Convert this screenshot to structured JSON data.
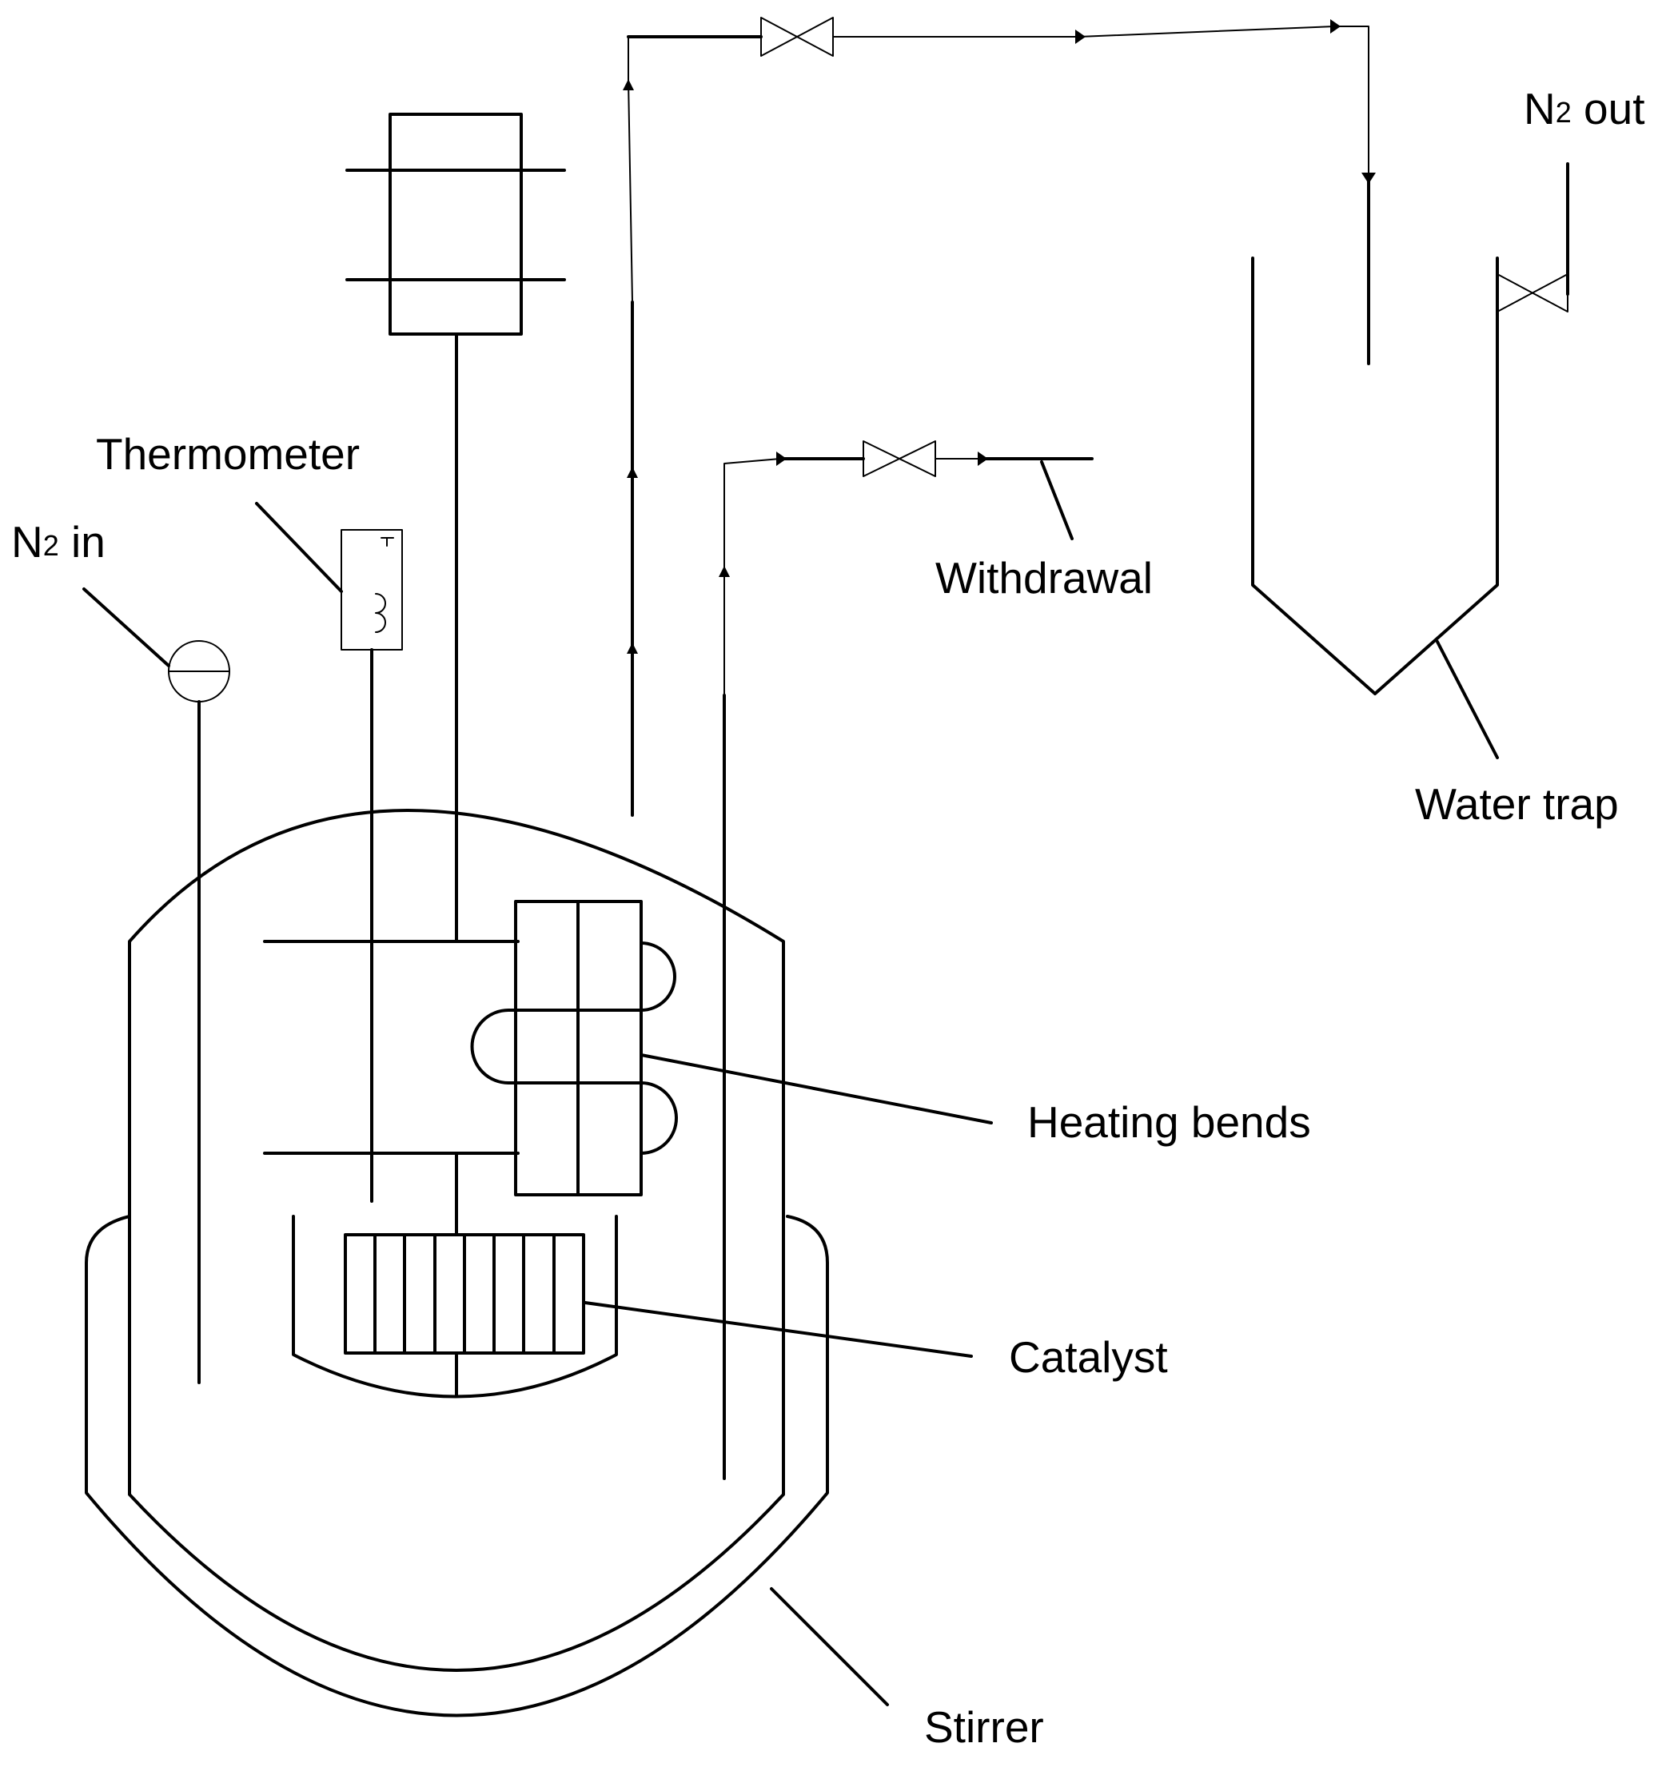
{
  "labels": {
    "thermometer": "Thermometer",
    "n2_in_prefix": "N",
    "n2_in_sub": "2",
    "n2_in_suffix": " in",
    "n2_out_prefix": "N",
    "n2_out_sub": "2",
    "n2_out_suffix": " out",
    "withdrawal": "Withdrawal",
    "water_trap": "Water trap",
    "heating_bends": "Heating bends",
    "catalyst": "Catalyst",
    "stirrer": "Stirrer"
  }
}
